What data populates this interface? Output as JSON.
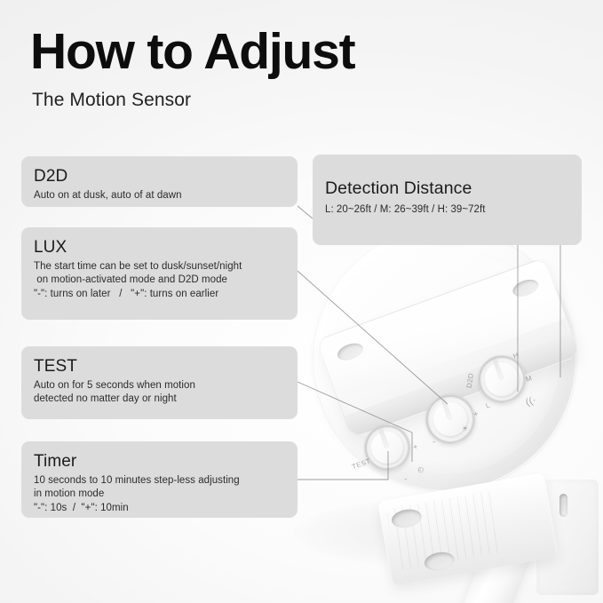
{
  "header": {
    "title": "How to Adjust",
    "subtitle": "The Motion Sensor"
  },
  "cards": {
    "d2d": {
      "title": "D2D",
      "lines": [
        "Auto on at dusk, auto of at dawn"
      ]
    },
    "lux": {
      "title": "LUX",
      "lines": [
        "The start time can be set to dusk/sunset/night",
        " on motion-activated mode and D2D mode",
        "\"-\": turns on later   /   \"+\": turns on earlier"
      ]
    },
    "test": {
      "title": "TEST",
      "lines": [
        "Auto on for 5 seconds when motion",
        "detected no matter day or night"
      ]
    },
    "timer": {
      "title": "Timer",
      "lines": [
        "10 seconds to 10 minutes step-less adjusting",
        "in motion mode",
        "\"-\": 10s  /  \"+\": 10min"
      ]
    },
    "distance": {
      "title": "Detection Distance",
      "lines": [
        "L: 20~26ft / M: 26~39ft / H: 39~72ft"
      ]
    }
  },
  "device": {
    "markings": {
      "test": "TEST",
      "timer_minus": "-",
      "timer_plus": "+",
      "timer_icon": "◴",
      "lux_minus": "-",
      "lux_plus": "+",
      "lux_icon": "☀",
      "range_low": "L",
      "range_mid": "M",
      "range_high": "H",
      "d2d": "D2D",
      "wave_icon": "((·"
    }
  },
  "colors": {
    "card_background": "#dcdcdc",
    "page_background": "#f4f4f4",
    "title_text": "#0d0d0d",
    "body_text": "#2b2b2b",
    "leader_line": "#8c8c8c"
  }
}
